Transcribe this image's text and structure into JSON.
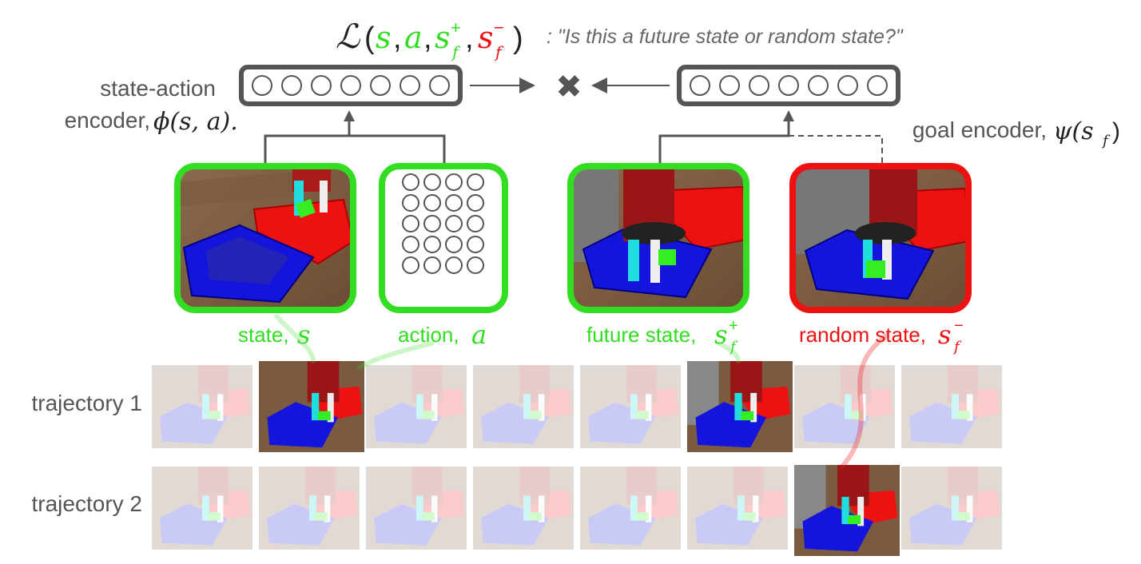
{
  "loss": {
    "symbol": "ℒ",
    "open": "(",
    "s": "s",
    "comma": ",",
    "a": "a",
    "sf": "s",
    "f": "f",
    "plus": "+",
    "minus": "−",
    "close": ")",
    "question": ": \"Is this a future state or random state?\""
  },
  "encoders": {
    "state_action_line1": "state-action",
    "state_action_line2": "encoder,",
    "state_action_func": "ϕ(s, a).",
    "goal_label": "goal encoder,",
    "goal_func": "ψ(s",
    "goal_sub": "f",
    "goal_close": ")",
    "combine_symbol": "✖"
  },
  "cards": {
    "state_label": "state,",
    "state_var": "s",
    "action_label": "action,",
    "action_var": "a",
    "future_label": "future state,",
    "future_var": "s",
    "future_sub": "f",
    "future_sup": "+",
    "random_label": "random state,",
    "random_var": "s",
    "random_sub": "f",
    "random_sup": "−"
  },
  "trajectories": {
    "row1_label": "trajectory 1",
    "row2_label": "trajectory 2"
  },
  "colors": {
    "positive": "#33dd22",
    "negative": "#ee1111",
    "encoder_stroke": "#555555",
    "text": "#555555",
    "question_text": "#666666"
  }
}
